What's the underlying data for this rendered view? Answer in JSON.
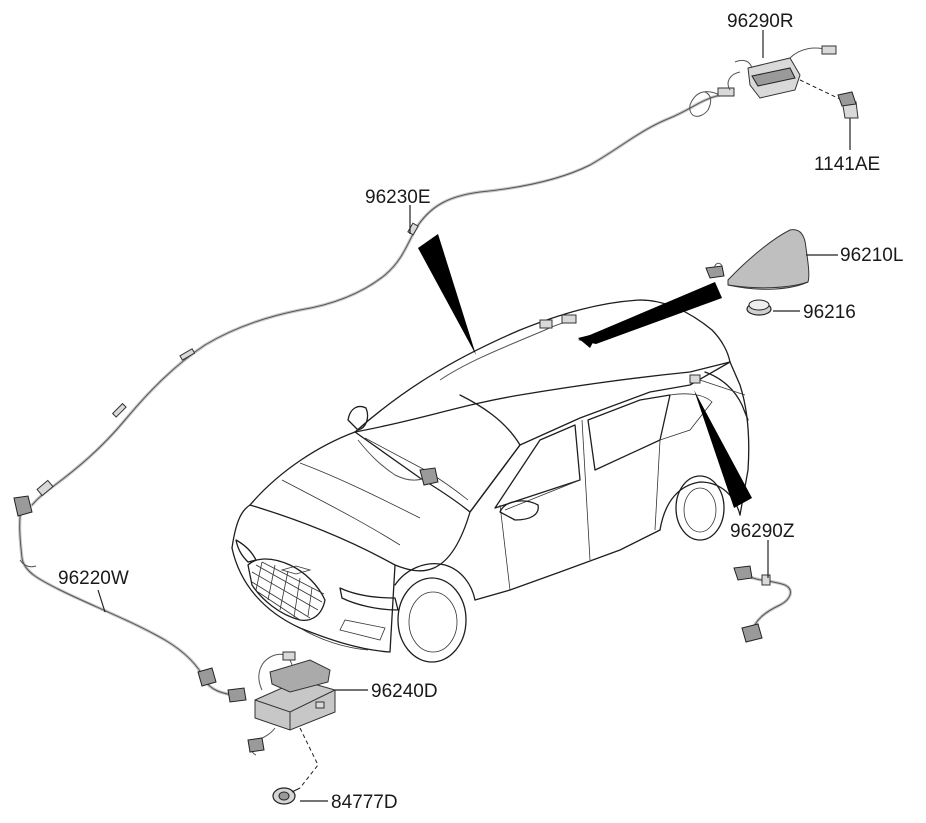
{
  "labels": {
    "p96290R": "96290R",
    "p1141AE": "1141AE",
    "p96230E": "96230E",
    "p96210L": "96210L",
    "p96216": "96216",
    "p96290Z": "96290Z",
    "p96220W": "96220W",
    "p96240D": "96240D",
    "p84777D": "84777D"
  },
  "colors": {
    "line": "#222222",
    "part_fill": "#d9d9d9",
    "pointer": "#000000"
  }
}
